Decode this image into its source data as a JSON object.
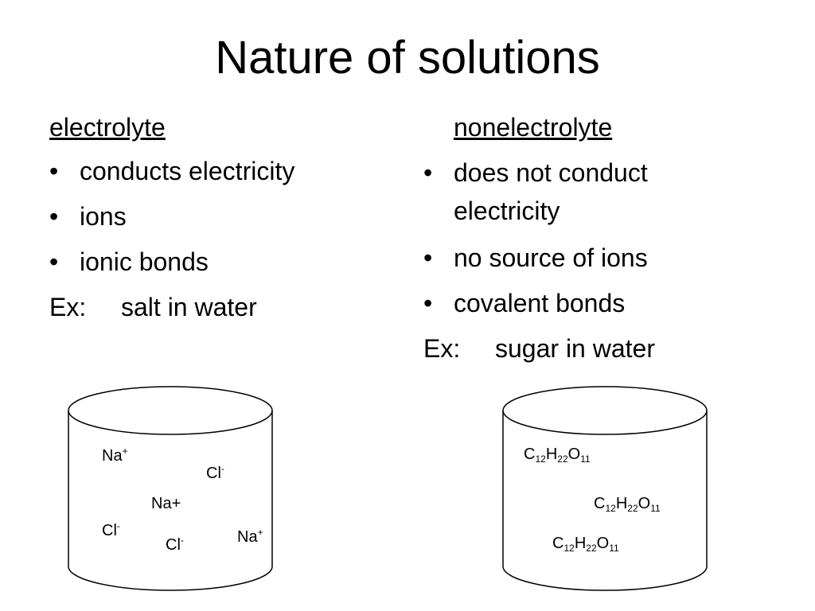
{
  "title": "Nature of solutions",
  "left": {
    "heading": "electrolyte",
    "bullets": [
      "conducts electricity",
      "ions",
      "ionic bonds"
    ],
    "example_label": "Ex:",
    "example_text": "salt in water"
  },
  "right": {
    "heading": "nonelectrolyte",
    "bullets": [
      "does not conduct electricity",
      "no source of ions",
      "covalent bonds"
    ],
    "example_label": "Ex:",
    "example_text": "sugar in water"
  },
  "bullet_glyph": "•",
  "left_container": {
    "labels": [
      {
        "base": "Na",
        "sup": "+"
      },
      {
        "base": "Cl",
        "sup": "-"
      },
      {
        "base": "Na+",
        "sup": ""
      },
      {
        "base": "Cl",
        "sup": "-"
      },
      {
        "base": "Cl",
        "sup": "-"
      },
      {
        "base": "Na",
        "sup": "+"
      }
    ]
  },
  "right_container": {
    "formula": {
      "c": "C",
      "c_n": "12",
      "h": "H",
      "h_n": "22",
      "o": "O",
      "o_n": "11"
    }
  }
}
